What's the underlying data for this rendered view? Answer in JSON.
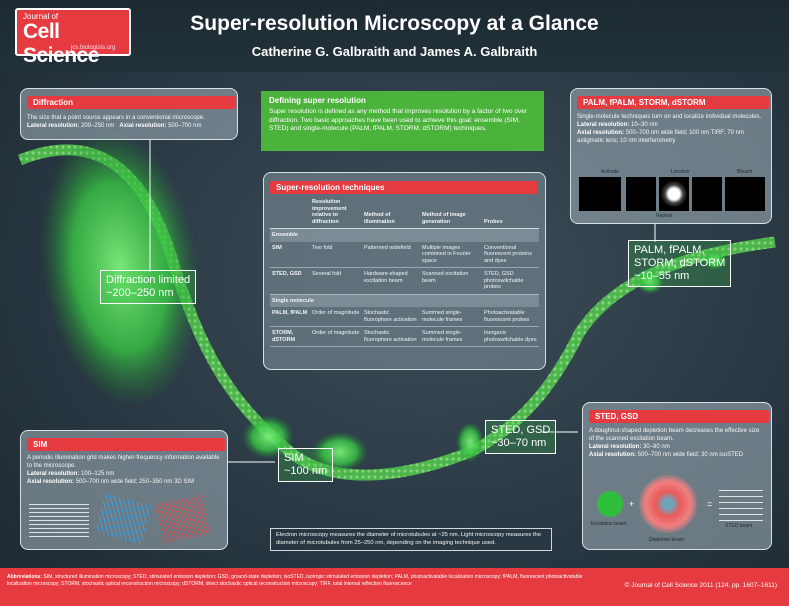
{
  "header": {
    "logo": {
      "line1": "Journal of",
      "line2": "Cell Science",
      "line3": "jcs.biologists.org"
    },
    "title": "Super-resolution Microscopy at a Glance",
    "authors": "Catherine G. Galbraith and James A. Galbraith"
  },
  "diffraction": {
    "title": "Diffraction",
    "text": "The size that a point source appears in a conventional microscope.",
    "lateral_label": "Lateral resolution:",
    "lateral_value": "200–250 nm",
    "axial_label": "Axial resolution:",
    "axial_value": "500–700 nm"
  },
  "definition": {
    "title": "Defining super resolution",
    "text": "Super resolution is defined as any method that improves resolution by a factor of two over diffraction. Two basic approaches have been used to achieve this goal: ensemble (SIM, STED) and single-molecule (PALM, fPALM, STORM, dSTORM) techniques."
  },
  "techniques": {
    "title": "Super-resolution techniques",
    "headers": [
      "",
      "Resolution improvement relative to diffraction",
      "Method of illumination",
      "Method of image generation",
      "Probes"
    ],
    "section_ensemble": "Ensemble",
    "section_single": "Single molecule",
    "rows_ensemble": [
      [
        "SIM",
        "Two fold",
        "Patterned widefield",
        "Multiple images combined in Fourier space",
        "Conventional fluorescent proteins and dyes"
      ],
      [
        "STED, GSD",
        "Several fold",
        "Hardware-shaped excitation beam",
        "Scanned excitation beam",
        "STED, GSD photoswitchable probes"
      ]
    ],
    "rows_single": [
      [
        "PALM, fPALM",
        "Order of magnitude",
        "Stochastic fluorophore activation",
        "Summed single-molecule frames",
        "Photoactivatable fluorescent probes"
      ],
      [
        "STORM, dSTORM",
        "Order of magnitude",
        "Stochastic fluorophore activation",
        "Summed single-molecule frames",
        "Inorganic photoswitchable dyes"
      ]
    ]
  },
  "palm": {
    "title": "PALM, fPALM, STORM, dSTORM",
    "text": "Single-molecule techniques turn on and localize individual molecules.",
    "lateral_label": "Lateral resolution:",
    "lateral_value": "10–30 nm",
    "axial_label": "Axial resolution:",
    "axial_value": "500–700 nm wide field; 100 nm TIRF; 70 nm astigmatic lens; 10 nm interferometry",
    "img_activate": "Activate",
    "img_localize": "Localize",
    "img_bleach": "Bleach",
    "img_repeat": "Repeat"
  },
  "sim": {
    "title": "SIM",
    "text": "A periodic illumination grid makes higher-frequency information available to the microscope.",
    "lateral_label": "Lateral resolution:",
    "lateral_value": "100–125 nm",
    "axial_label": "Axial resolution:",
    "axial_value": "500–700 nm wide field; 250–350 nm 3D SIM"
  },
  "sted": {
    "title": "STED, GSD",
    "text": "A doughnut-shaped depletion beam decreases the effective size of the scanned excitation beam.",
    "lateral_label": "Lateral resolution:",
    "lateral_value": "30–80 nm",
    "axial_label": "Axial resolution:",
    "axial_value": "500–700 nm wide field; 30 nm isoSTED",
    "excitation_label": "Excitation beam",
    "depletion_label": "Depletion beam",
    "sted_beam_label": "STED beam",
    "plus": "+",
    "equals": "="
  },
  "labels": {
    "diffraction_limited": {
      "line1": "Diffraction limited",
      "line2": "~200–250 nm"
    },
    "sim": {
      "line1": "SIM",
      "line2": "~100 nm"
    },
    "sted": {
      "line1": "STED, GSD",
      "line2": "~30–70 nm"
    },
    "palm": {
      "line1": "PALM, fPALM,",
      "line2": "STORM, dSTORM",
      "line3": "~10–55 nm"
    }
  },
  "note": "Electron microscopy measures the diameter of microtubules at ~25 nm. Light microscopy measures the diameter of microtubules from 25–250 nm, depending on the imaging technique used.",
  "footer": {
    "abbrev_label": "Abbreviations:",
    "abbrev_text": "SIM, structured illumination microscopy; STED, stimulated emission depletion; GSD, ground-state depletion; isoSTED, isotropic stimulated emission depletion; PALM, photoactivatable localization microscopy; fPALM, fluorescent photoactivatable localization microscopy; STORM, stochastic optical reconstruction microscopy; dSTORM, direct stochastic optical reconstruction microscopy; TIRF, total internal reflection fluorescence",
    "copyright": "© Journal of Cell Science 2011 (124, pp. 1607–1611)"
  }
}
